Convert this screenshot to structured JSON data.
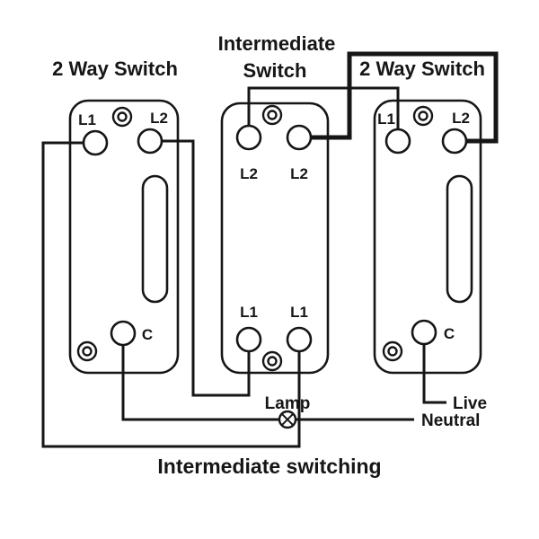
{
  "diagram": {
    "caption": "Intermediate switching",
    "switches": {
      "left": {
        "title": "2 Way Switch",
        "terminals": {
          "l1": "L1",
          "l2": "L2",
          "c": "C"
        }
      },
      "middle": {
        "title_line1": "Intermediate",
        "title_line2": "Switch",
        "terminals": {
          "top_left": "L2",
          "top_right": "L2",
          "bottom_left": "L1",
          "bottom_right": "L1"
        }
      },
      "right": {
        "title": "2 Way Switch",
        "terminals": {
          "l1": "L1",
          "l2": "L2",
          "c": "C"
        }
      }
    },
    "labels": {
      "lamp": "Lamp",
      "neutral": "Neutral",
      "live": "Live"
    },
    "colors": {
      "line": "#161616",
      "background": "#ffffff"
    }
  }
}
